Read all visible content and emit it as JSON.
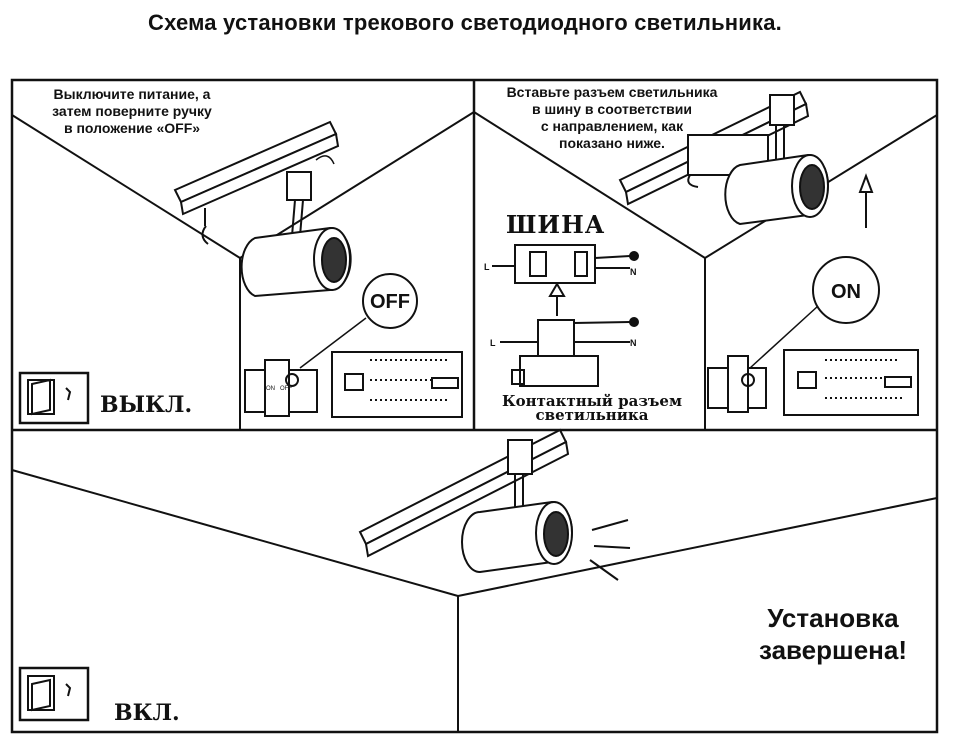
{
  "title": "Схема установки трекового светодиодного светильника.",
  "step1": {
    "instruction": [
      "Выключите питание, а",
      "затем поверните ручку",
      "в положение «OFF»"
    ],
    "switch_label": "ВЫКЛ.",
    "callout": "OFF",
    "small_marks": [
      "ON",
      "OFF"
    ]
  },
  "step2": {
    "instruction": [
      "Вставьте разъем светильника",
      "в шину в соответствии",
      "с направлением, как",
      "показано ниже."
    ],
    "rail_label": "ШИНА",
    "connector_label": [
      "Контактный разъем",
      "светильника"
    ],
    "terminal_letters": [
      "L",
      "N",
      "L",
      "N"
    ]
  },
  "step3": {
    "callout": "ON"
  },
  "step4": {
    "message": [
      "Установка",
      "завершена!"
    ],
    "switch_label": "ВКЛ."
  }
}
